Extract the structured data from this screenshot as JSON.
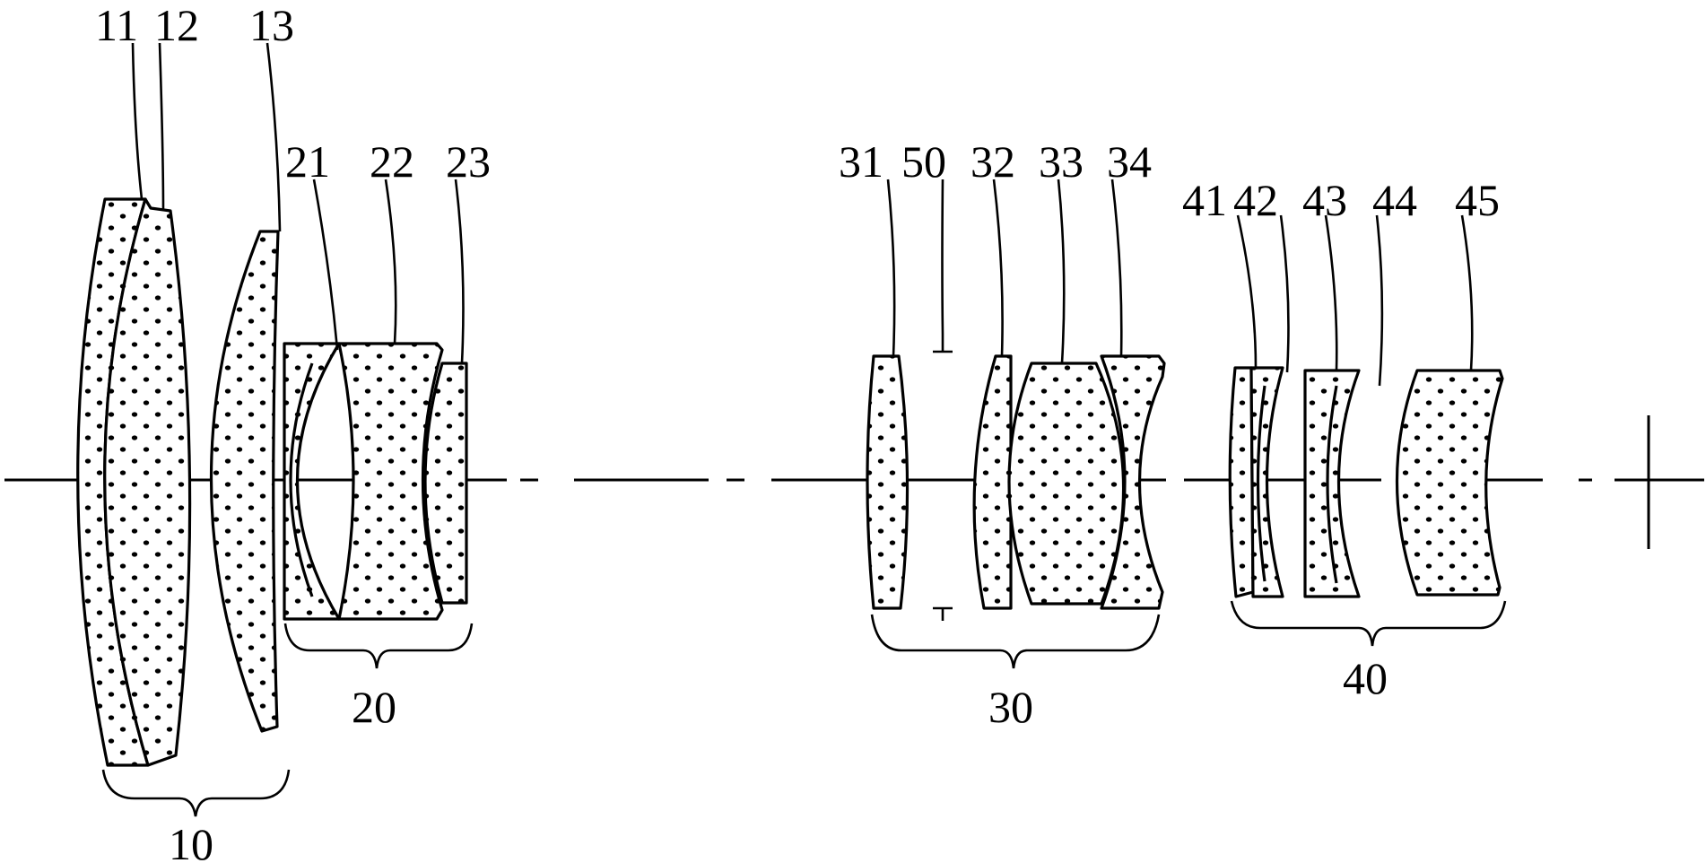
{
  "figure": {
    "element_labels": {
      "e11": "11",
      "e12": "12",
      "e13": "13",
      "e21": "21",
      "e22": "22",
      "e23": "23",
      "e31": "31",
      "e50": "50",
      "e32": "32",
      "e33": "33",
      "e34": "34",
      "e41": "41",
      "e42": "42",
      "e43": "43",
      "e44": "44",
      "e45": "45"
    },
    "group_labels": {
      "g10": "10",
      "g20": "20",
      "g30": "30",
      "g40": "40"
    }
  },
  "colors": {
    "ink": "#000000",
    "background": "#ffffff"
  }
}
